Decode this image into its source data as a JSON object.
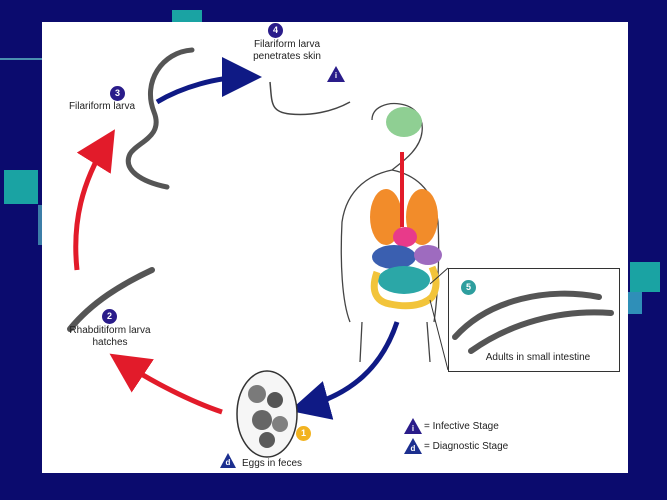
{
  "colors": {
    "background": "#0b0b6e",
    "teal_accent": "#1aa3a3",
    "red_arrow": "#e21b2a",
    "blue_arrow": "#0f1a85",
    "infective_badge": "#2a1c8a",
    "diagnostic_badge": "#1c2f8f",
    "yellow_badge": "#f2b320",
    "green_badge": "#2e9e9e"
  },
  "stages": {
    "s1": {
      "number": "1",
      "caption": "Eggs in feces",
      "badge": "d"
    },
    "s2": {
      "number": "2",
      "caption_line1": "Rhabditiform larva",
      "caption_line2": "hatches"
    },
    "s3": {
      "number": "3",
      "caption": "Filariform larva"
    },
    "s4": {
      "number": "4",
      "caption_line1": "Filariform larva",
      "caption_line2": "penetrates skin",
      "badge": "i"
    },
    "s5": {
      "number": "5",
      "caption": "Adults in small intestine"
    }
  },
  "legend": {
    "infective": {
      "badge": "i",
      "text": "= Infective Stage"
    },
    "diagnostic": {
      "badge": "d",
      "text": "= Diagnostic Stage"
    }
  }
}
